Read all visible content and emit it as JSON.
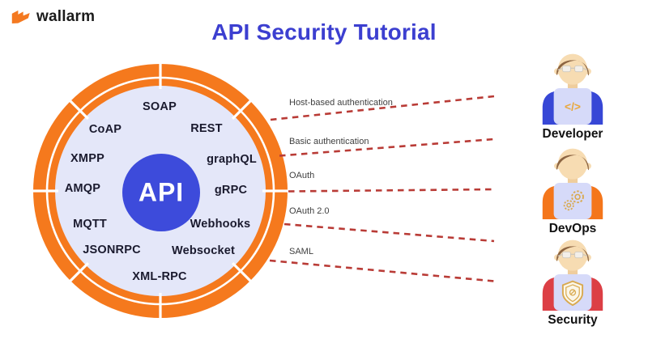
{
  "logo": {
    "text": "wallarm"
  },
  "title": "API Security Tutorial",
  "hub": {
    "center_label": "API",
    "protocols": [
      "SOAP",
      "CoAP",
      "REST",
      "XMPP",
      "graphQL",
      "AMQP",
      "gRPC",
      "MQTT",
      "Webhooks",
      "JSONRPC",
      "Websocket",
      "XML-RPC"
    ]
  },
  "auth_methods": [
    "Host-based authentication",
    "Basic authentication",
    "OAuth",
    "OAuth 2.0",
    "SAML"
  ],
  "personas": [
    {
      "name": "Developer",
      "icon": "code-laptop-icon",
      "icon_glyph": "</>",
      "accent_color": "#3747d6"
    },
    {
      "name": "DevOps",
      "icon": "gears-laptop-icon",
      "accent_color": "#f4761b"
    },
    {
      "name": "Security",
      "icon": "shield-laptop-icon",
      "accent_color": "#dc3f45"
    }
  ],
  "colors": {
    "ring_orange": "#f5791d",
    "inner_lavender": "#e4e7f9",
    "hub_blue": "#3d4bdb",
    "title_blue": "#3c3fd0",
    "dash_red": "#b93b36",
    "laptop_lavender": "#d6daf9",
    "icon_gold": "#e9a83e",
    "logo_orange": "#f47920"
  }
}
